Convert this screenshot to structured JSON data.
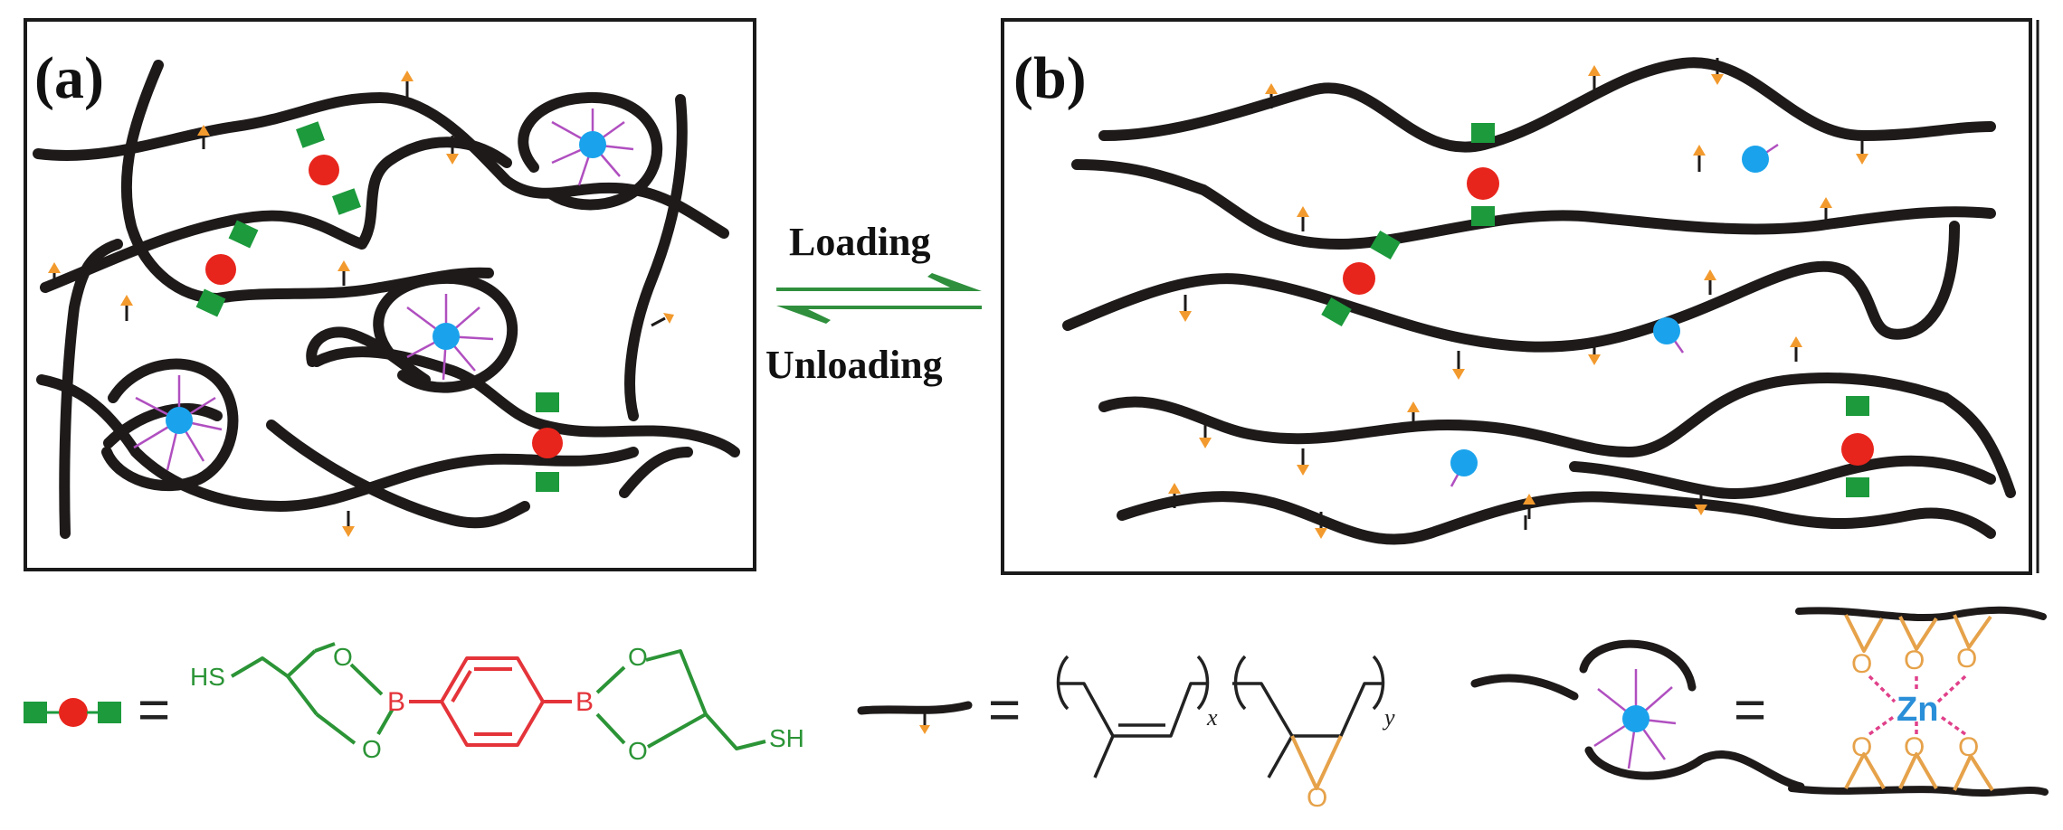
{
  "panels": {
    "a": {
      "label": "(a)"
    },
    "b": {
      "label": "(b)"
    }
  },
  "arrows": {
    "forward_label": "Loading",
    "reverse_label": "Unloading",
    "color": "#2f8f3d"
  },
  "legend": {
    "equals": "=",
    "crosslinker": {
      "atoms": [
        "HS",
        "O",
        "O",
        "B",
        "B",
        "O",
        "O",
        "SH"
      ]
    },
    "polymer": {
      "sub_x": "x",
      "sub_y": "y",
      "atoms": [
        "O"
      ]
    },
    "coordination": {
      "atoms": [
        "O",
        "O",
        "O",
        "O",
        "O",
        "O",
        "Zn"
      ]
    }
  },
  "colors": {
    "chain": "#1e1a1a",
    "epoxy_pendant": "#f29a2e",
    "zinc": "#1aa3ec",
    "boronic_core": "#e8251c",
    "boronic_ends": "#1c9a3c",
    "crosslinker_green": "#2b9436",
    "crosslinker_red": "#e4343a"
  }
}
